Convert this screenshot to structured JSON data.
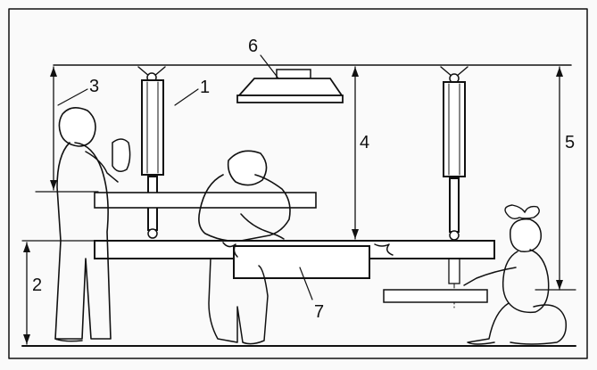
{
  "figure": {
    "labels": {
      "n1": "1",
      "n2": "2",
      "n3": "3",
      "n4": "4",
      "n5": "5",
      "n6": "6",
      "n7": "7"
    }
  }
}
